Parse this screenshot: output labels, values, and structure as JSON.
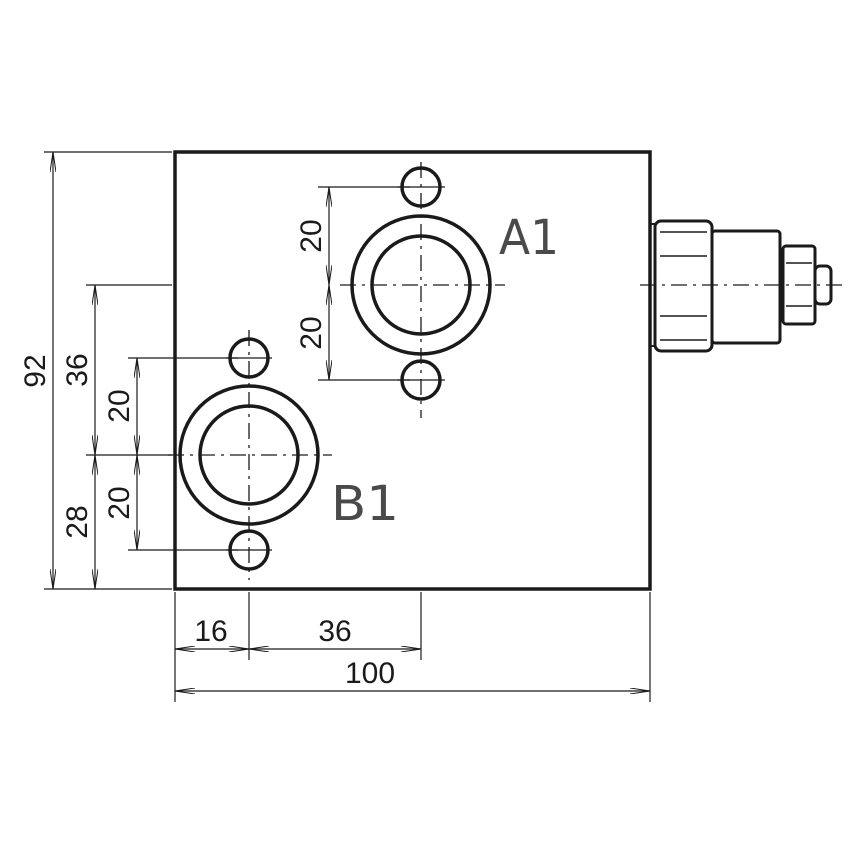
{
  "ports": {
    "a1": "A1",
    "b1": "B1"
  },
  "dimensions": {
    "overall_height": "92",
    "a1_from_bottom": "36",
    "b1_from_bottom": "28",
    "a1_upper_bolt": "20",
    "a1_lower_bolt": "20",
    "b1_upper_bolt": "20",
    "b1_lower_bolt": "20",
    "b1_from_left": "16",
    "a1_from_b1": "36",
    "overall_width": "100"
  },
  "colors": {
    "line": "#1a1a1a",
    "label": "#4a4a4a"
  }
}
